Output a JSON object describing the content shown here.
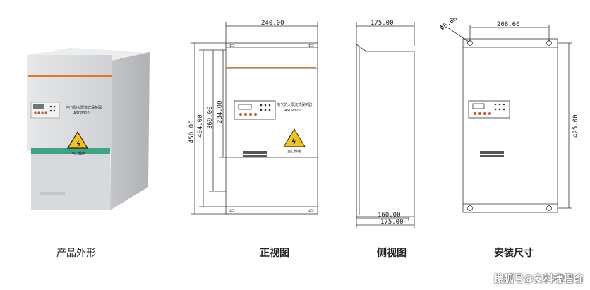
{
  "captions": {
    "product_appearance": "产品外形",
    "front_view": "正视图",
    "side_view": "侧视图",
    "install_size": "安装尺寸"
  },
  "front": {
    "width_dim": "240.00",
    "h450": "450.00",
    "h404": "404.00",
    "h369": "369.00",
    "h284": "284.00",
    "panel_title": "电气防火限流式保护器",
    "panel_model": "ASCP320",
    "warning_text": "当心触电"
  },
  "photo": {
    "panel_title": "电气防火限流式保护器",
    "panel_model": "ASCP320",
    "warning_text": "当心触电"
  },
  "side": {
    "top_dim": "175.00",
    "bottom_dim1": "160.00",
    "bottom_dim2": "175.00"
  },
  "install": {
    "hole_dim": "Φ6.00",
    "width_dim": "208.60",
    "height_dim": "425.00"
  },
  "watermark": "搜狐号@安科瑞程瑜",
  "colors": {
    "orange_stripe": "#e8742a",
    "line": "#333333",
    "cabinet": "#d9dadc",
    "cabinet_dark": "#b9bbbe"
  }
}
